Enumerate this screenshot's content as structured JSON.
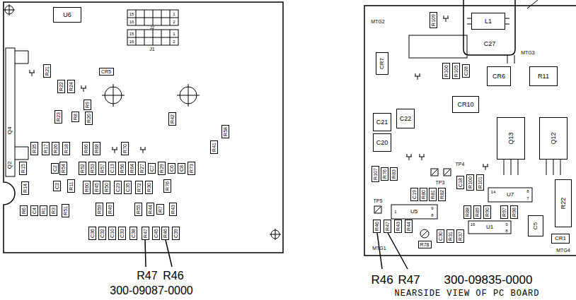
{
  "diagram": {
    "nodes": [
      {
        "text": [
          "U6"
        ]
      },
      {
        "text": [
          "R21"
        ]
      },
      {
        "text": [
          "CR5"
        ]
      },
      {
        "text": [
          "R22"
        ]
      },
      {
        "text": [
          "R24"
        ]
      },
      {
        "text": [
          "R9"
        ]
      },
      {
        "text": [
          "R23"
        ]
      },
      {
        "text": [
          "R8"
        ]
      },
      {
        "text": [
          "R20"
        ]
      },
      {
        "text": [
          "R42"
        ]
      },
      {
        "text": [
          "R58"
        ]
      },
      {
        "text": [
          "R41"
        ]
      },
      {
        "text": [
          "R35"
        ]
      },
      {
        "text": [
          "R17"
        ]
      },
      {
        "text": [
          "R26"
        ]
      },
      {
        "text": [
          "R18"
        ]
      },
      {
        "text": [
          "R66"
        ]
      },
      {
        "text": [
          "R68"
        ]
      },
      {
        "text": [
          "R70"
        ]
      },
      {
        "text": [
          "R15"
        ]
      },
      {
        "text": [
          "C2"
        ]
      },
      {
        "text": [
          "R54"
        ]
      },
      {
        "text": [
          "R52"
        ]
      },
      {
        "text": [
          "R53"
        ]
      },
      {
        "text": [
          "R57"
        ]
      },
      {
        "text": [
          "C13"
        ]
      },
      {
        "text": [
          "R56"
        ]
      },
      {
        "text": [
          "R64"
        ]
      },
      {
        "text": [
          "R27"
        ]
      },
      {
        "text": [
          "C7"
        ]
      },
      {
        "text": [
          "R29"
        ]
      },
      {
        "text": [
          "C6"
        ]
      },
      {
        "text": [
          "C8"
        ]
      },
      {
        "text": [
          "R73"
        ]
      },
      {
        "text": [
          "R14"
        ]
      },
      {
        "text": [
          "C3"
        ]
      },
      {
        "text": [
          "R11"
        ]
      },
      {
        "text": [
          "R60"
        ]
      },
      {
        "text": [
          "R45"
        ]
      },
      {
        "text": [
          "R50"
        ]
      },
      {
        "text": [
          "C23"
        ]
      },
      {
        "text": [
          "C35"
        ]
      },
      {
        "text": [
          "R72"
        ]
      },
      {
        "text": [
          "R30"
        ]
      },
      {
        "text": [
          "R76"
        ]
      },
      {
        "text": [
          "R6"
        ]
      },
      {
        "text": [
          "C4"
        ]
      },
      {
        "text": [
          "R1"
        ]
      },
      {
        "text": [
          "R3"
        ]
      },
      {
        "text": [
          "R51"
        ]
      },
      {
        "text": [
          "R59"
        ]
      },
      {
        "text": [
          "R49"
        ]
      },
      {
        "text": [
          "R55"
        ]
      },
      {
        "text": [
          "R44"
        ]
      },
      {
        "text": [
          "R7"
        ]
      },
      {
        "text": [
          "R43"
        ]
      },
      {
        "text": [
          "C36"
        ]
      },
      {
        "text": [
          "C32"
        ]
      },
      {
        "text": [
          "C10"
        ]
      },
      {
        "text": [
          "C33"
        ]
      },
      {
        "text": [
          "C38"
        ]
      },
      {
        "text": [
          "R47"
        ]
      },
      {
        "text": [
          "C45"
        ]
      },
      {
        "text": [
          "R46"
        ]
      },
      {
        "text": [
          "C39"
        ]
      },
      {
        "text": [
          "R109"
        ]
      },
      {
        "text": [
          "L1"
        ]
      },
      {
        "text": [
          "CR7"
        ]
      },
      {
        "text": [
          "R106"
        ]
      },
      {
        "text": [
          "R105"
        ]
      },
      {
        "text": [
          "C28"
        ]
      },
      {
        "text": [
          "CR6"
        ]
      },
      {
        "text": [
          "R11"
        ]
      },
      {
        "text": [
          "CR10"
        ]
      },
      {
        "text": [
          "C21"
        ]
      },
      {
        "text": [
          "C22"
        ]
      },
      {
        "text": [
          "C20"
        ]
      },
      {
        "text": [
          "Q13"
        ]
      },
      {
        "text": [
          "Q12"
        ]
      },
      {
        "text": [
          "R107"
        ]
      },
      {
        "text": [
          "R76"
        ]
      },
      {
        "text": [
          "R83"
        ]
      },
      {
        "text": [
          "C19"
        ]
      },
      {
        "text": [
          "R80"
        ]
      },
      {
        "text": [
          "R81"
        ]
      },
      {
        "text": [
          "R82"
        ]
      },
      {
        "text": [
          "C18"
        ]
      },
      {
        "text": [
          "R100"
        ]
      },
      {
        "text": [
          "R101"
        ]
      },
      {
        "text": [
          "R22"
        ]
      },
      {
        "text": [
          "C5"
        ]
      },
      {
        "text": [
          "CR1"
        ]
      },
      {
        "text": [
          "R46"
        ]
      },
      {
        "text": [
          "R47"
        ]
      },
      {
        "text": [
          "R43"
        ]
      },
      {
        "text": [
          "R44"
        ]
      },
      {
        "text": [
          "R78"
        ]
      },
      {
        "text": [
          "C30"
        ]
      },
      {
        "text": [
          "R31"
        ]
      },
      {
        "text": [
          "R37"
        ]
      },
      {
        "text": [
          "R88"
        ]
      },
      {
        "text": [
          "R89"
        ]
      },
      {
        "text": [
          "R90"
        ]
      },
      {
        "text": [
          "R97"
        ]
      },
      {
        "text": [
          "R98"
        ]
      }
    ],
    "labels": [
      "15",
      "16",
      "1",
      "2",
      "15",
      "16",
      "1",
      "2",
      "J2",
      "J1",
      "Q4",
      "Q2",
      "R47",
      "R46",
      "300-09087-0000",
      "MTG2",
      "C27",
      "MTG3",
      "TP4",
      "TP3",
      "TP5",
      "1",
      "U5",
      "9",
      "8",
      "14",
      "U7",
      "8",
      "7",
      "16",
      "U1",
      "9",
      "8",
      "MTG1",
      "MTG4",
      "R46",
      "R47",
      "300-09835-0000",
      "NEARSIDE VIEW OF PC BOARD"
    ]
  }
}
